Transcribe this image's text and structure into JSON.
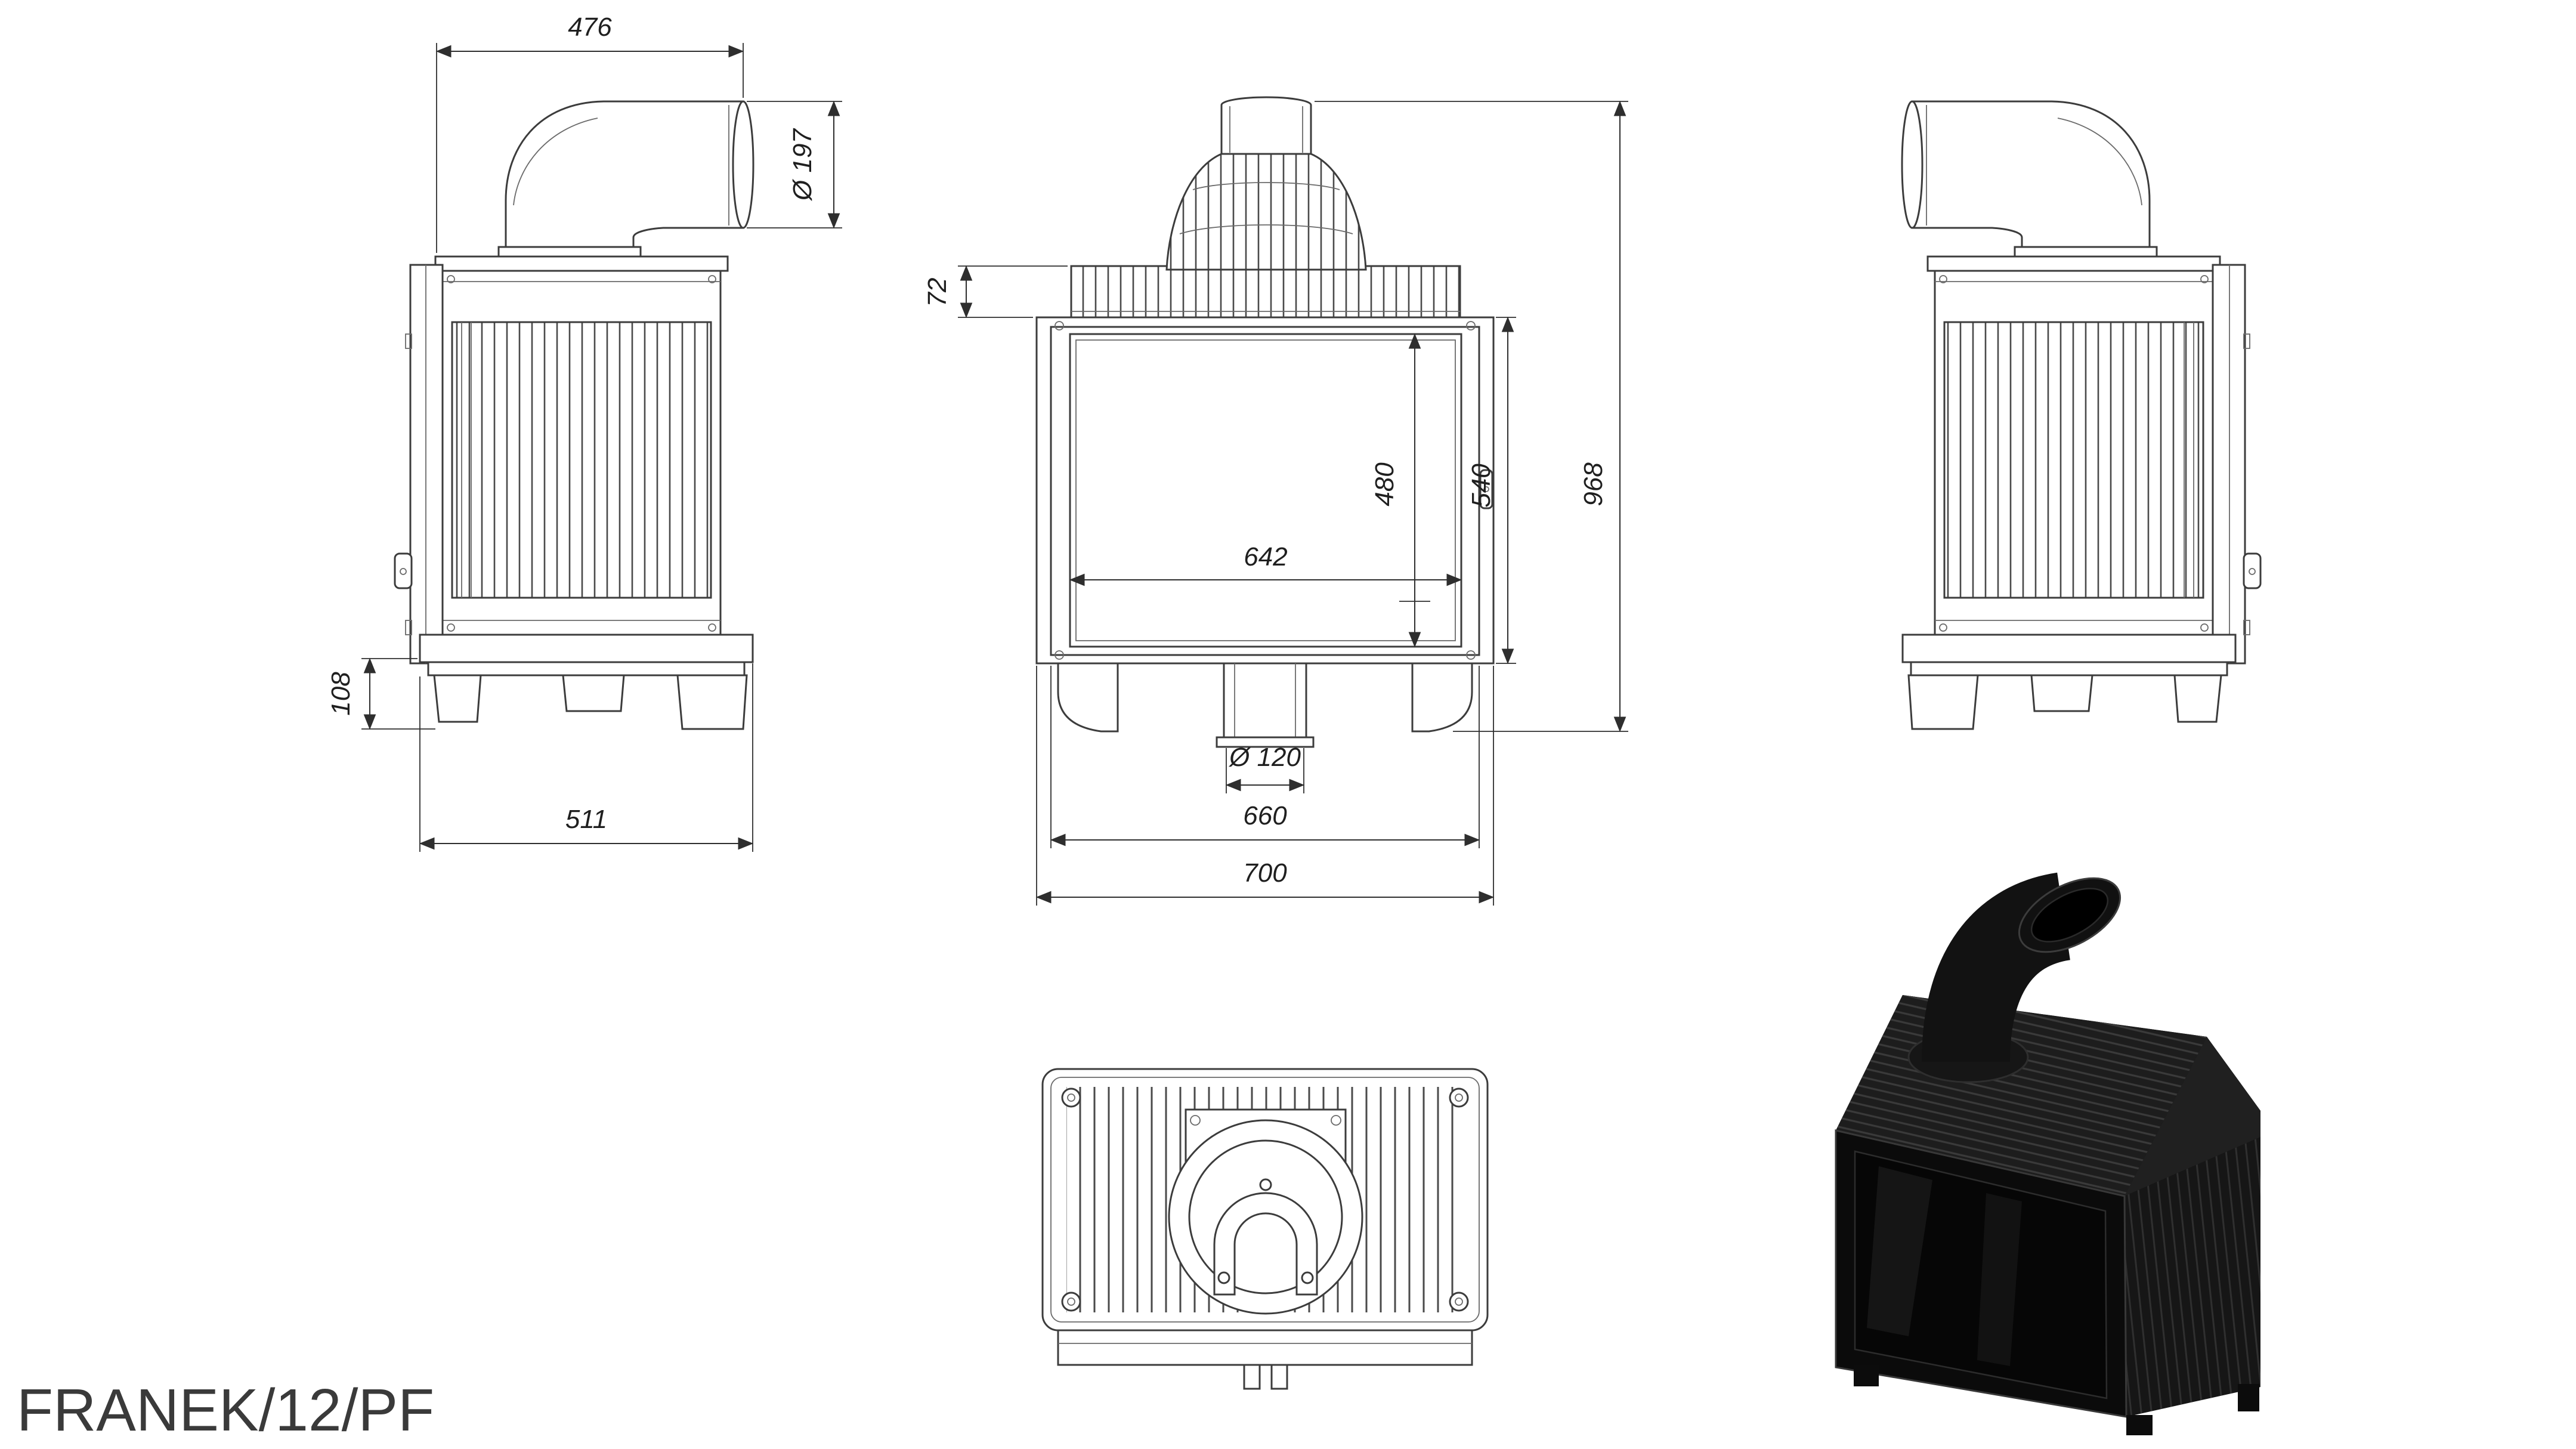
{
  "title": "FRANEK/12/PF",
  "dims": {
    "d476": "476",
    "d197": "Ø 197",
    "d108": "108",
    "d511": "511",
    "d72": "72",
    "d480": "480",
    "d540": "540",
    "d968": "968",
    "d642": "642",
    "d120": "Ø 120",
    "d660": "660",
    "d700": "700"
  },
  "views": {
    "side_left": "left side view",
    "front": "front view",
    "side_right": "right side view",
    "top": "top view",
    "render": "3d product render"
  }
}
